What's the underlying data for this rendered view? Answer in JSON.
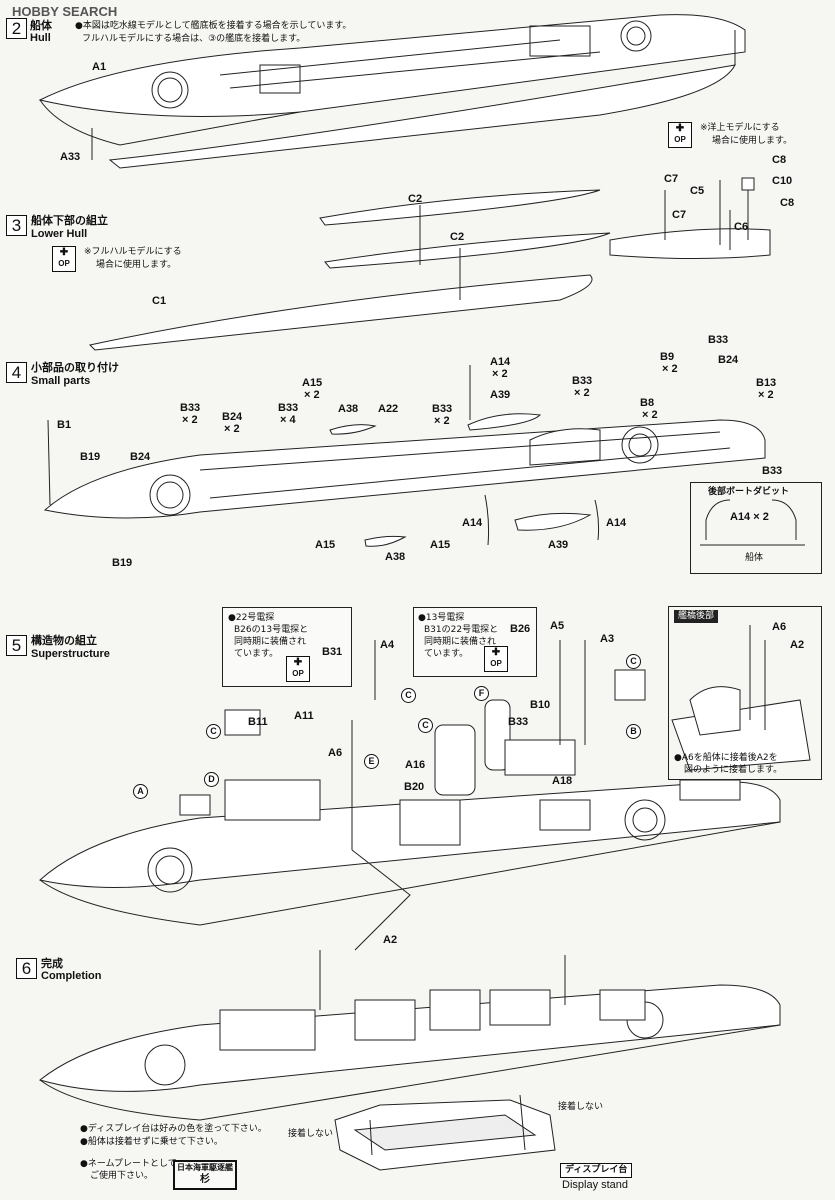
{
  "watermark": "HOBBY SEARCH",
  "steps": {
    "s2": {
      "num": "2",
      "title_ja": "船体",
      "title_en": "Hull",
      "note1": "●本図は吃水線モデルとして艦底板を接着する場合を示しています。",
      "note2": "フルハルモデルにする場合は、③の艦底を接着します。",
      "side_note1": "※洋上モデルにする",
      "side_note2": "場合に使用します。"
    },
    "s3": {
      "num": "3",
      "title_ja": "船体下部の組立",
      "title_en": "Lower Hull",
      "note1": "※フルハルモデルにする",
      "note2": "場合に使用します。"
    },
    "s4": {
      "num": "4",
      "title_ja": "小部品の取り付け",
      "title_en": "Small parts",
      "inset_title": "後部ボートダビット",
      "inset_part": "A14 × 2",
      "inset_hull": "船体"
    },
    "s5": {
      "num": "5",
      "title_ja": "構造物の組立",
      "title_en": "Superstructure",
      "box1_l1": "●22号電探",
      "box1_l2": "B26の13号電探と",
      "box1_l3": "同時期に装備され",
      "box1_l4": "ています。",
      "box2_l1": "●13号電探",
      "box2_l2": "B31の22号電探と",
      "box2_l3": "同時期に装備され",
      "box2_l4": "ています。",
      "inset_title": "艦橋後部",
      "inset_note1": "●A6を船体に接着後A2を",
      "inset_note2": "図のように接着します。"
    },
    "s6": {
      "num": "6",
      "title_ja": "完成",
      "title_en": "Completion",
      "note1": "●ディスプレイ台は好みの色を塗って下さい。",
      "note2": "●船体は接着せずに乗せて下さい。",
      "note3": "●ネームプレートとして",
      "note4": "ご使用下さい。",
      "nameplate1": "日本海軍駆逐艦",
      "nameplate2": "杉",
      "no_glue": "接着しない",
      "stand_ja": "ディスプレイ台",
      "stand_en": "Display stand"
    }
  },
  "op_label": "OP",
  "parts": {
    "A1": "A1",
    "A33": "A33",
    "C1": "C1",
    "C2": "C2",
    "C5": "C5",
    "C6": "C6",
    "C7": "C7",
    "C8": "C8",
    "C10": "C10",
    "B1": "B1",
    "B19": "B19",
    "B24": "B24",
    "B33": "B33",
    "x2": "× 2",
    "x4": "× 4",
    "A15": "A15",
    "A38": "A38",
    "A22": "A22",
    "A14": "A14",
    "A39": "A39",
    "B9": "B9",
    "B8": "B8",
    "B13": "B13",
    "B31": "B31",
    "A4": "A4",
    "A11": "A11",
    "B11": "B11",
    "A6": "A6",
    "B20": "B20",
    "A16": "A16",
    "B26": "B26",
    "A5": "A5",
    "A3": "A3",
    "B10": "B10",
    "A18": "A18",
    "A2": "A2"
  },
  "circle_labels": {
    "A": "A",
    "B": "B",
    "C": "C",
    "D": "D",
    "E": "E",
    "F": "F"
  }
}
